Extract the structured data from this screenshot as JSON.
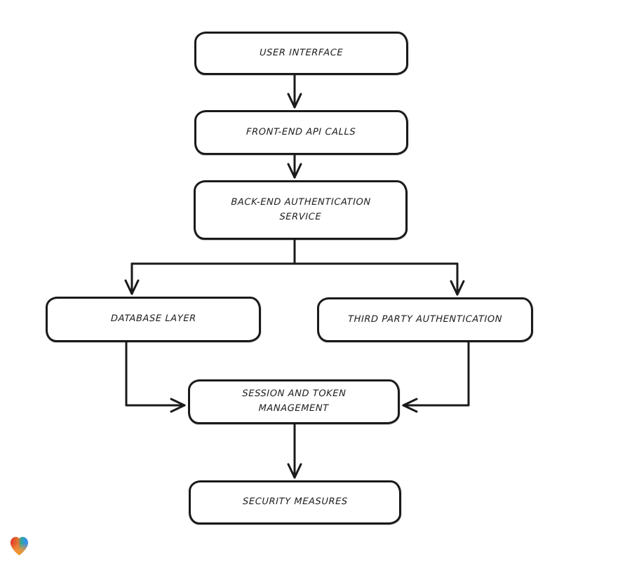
{
  "page": {
    "background_color": "#ffffff",
    "stroke_color": "#1a1a1a",
    "node_fill_color": "#ffffff"
  },
  "diagram": {
    "type": "flowchart",
    "nodes": [
      {
        "id": "user-interface",
        "label": "USER INTERFACE"
      },
      {
        "id": "front-end-api-calls",
        "label": "FRONT-END API CALLS"
      },
      {
        "id": "back-end-authentication-service",
        "label": "BACK-END AUTHENTICATION\nSERVICE"
      },
      {
        "id": "database-layer",
        "label": "DATABASE LAYER"
      },
      {
        "id": "third-party-authentication",
        "label": "THIRD PARTY AUTHENTICATION"
      },
      {
        "id": "session-and-token-management",
        "label": "SESSION AND TOKEN\nMANAGEMENT"
      },
      {
        "id": "security-measures",
        "label": "SECURITY MEASURES"
      }
    ],
    "edges": [
      {
        "from": "user-interface",
        "to": "front-end-api-calls"
      },
      {
        "from": "front-end-api-calls",
        "to": "back-end-authentication-service"
      },
      {
        "from": "back-end-authentication-service",
        "to": "database-layer"
      },
      {
        "from": "back-end-authentication-service",
        "to": "third-party-authentication"
      },
      {
        "from": "database-layer",
        "to": "session-and-token-management"
      },
      {
        "from": "third-party-authentication",
        "to": "session-and-token-management"
      },
      {
        "from": "session-and-token-management",
        "to": "security-measures"
      }
    ]
  },
  "branding": {
    "logo_name": "eraser-heart-logo",
    "logo_colors": {
      "red": "#e5352b",
      "orange": "#f5953a",
      "teal": "#2aa89b",
      "blue": "#3b8ded"
    }
  }
}
